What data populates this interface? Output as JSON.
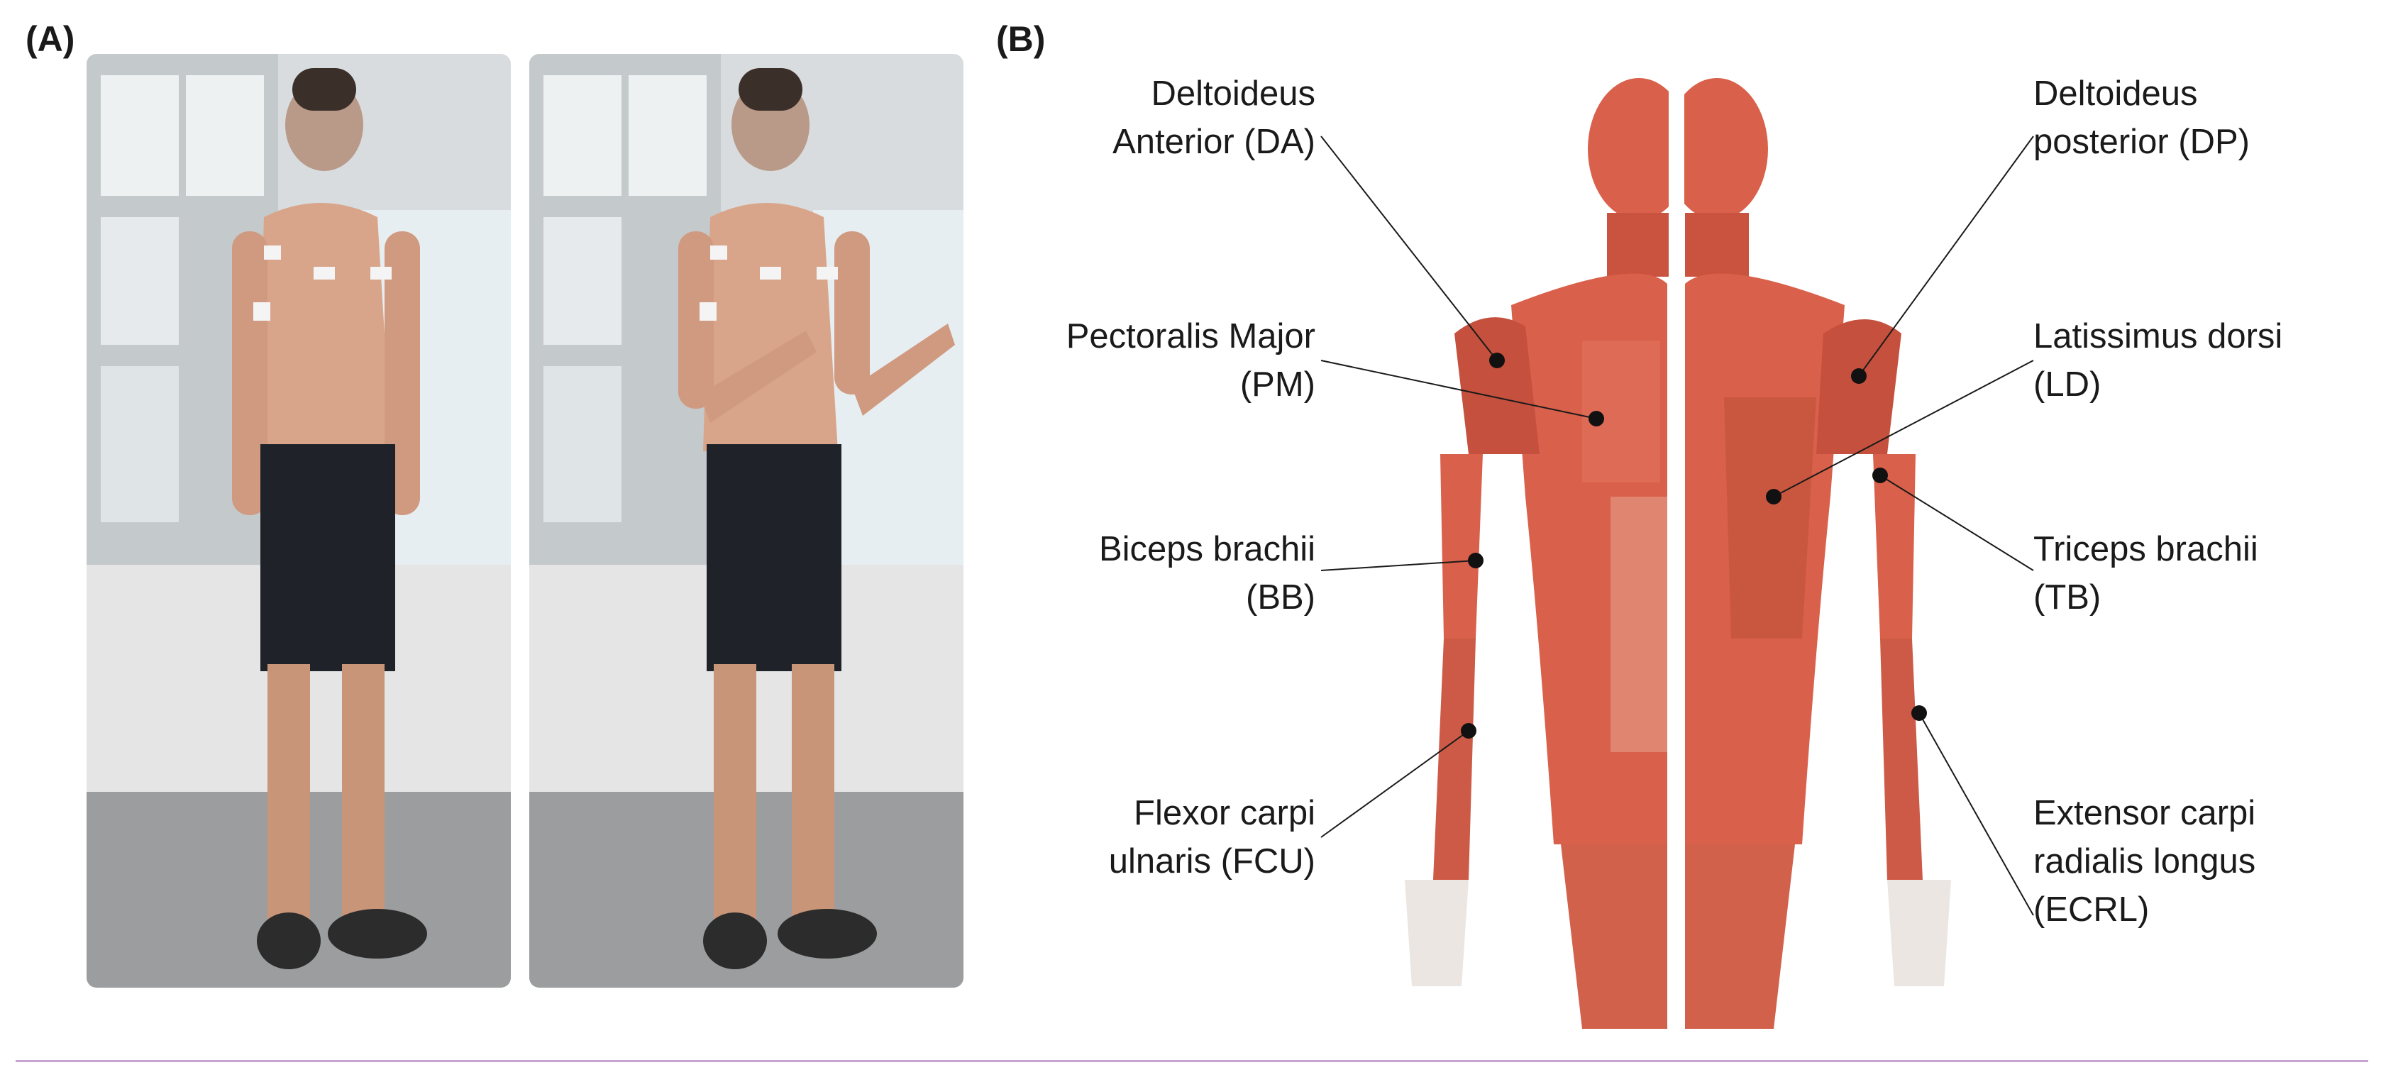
{
  "panels": {
    "a_label": "(A)",
    "b_label": "(B)"
  },
  "muscles_left": [
    {
      "lines": [
        "Deltoideus",
        "Anterior (DA)"
      ]
    },
    {
      "lines": [
        "Pectoralis Major",
        "(PM)"
      ]
    },
    {
      "lines": [
        "Biceps brachii",
        "(BB)"
      ]
    },
    {
      "lines": [
        "Flexor carpi",
        "ulnaris (FCU)"
      ]
    }
  ],
  "muscles_right": [
    {
      "lines": [
        "Deltoideus",
        "posterior (DP)"
      ]
    },
    {
      "lines": [
        "Latissimus dorsi",
        "(LD)"
      ]
    },
    {
      "lines": [
        "Triceps brachii",
        "(TB)"
      ]
    },
    {
      "lines": [
        "Extensor carpi",
        "radialis longus",
        "(ECRL)"
      ]
    }
  ],
  "colors": {
    "muscle": "#d9604a",
    "muscle_dark": "#b84434",
    "tendon": "#e9e3df",
    "skin": "#d9a58a",
    "shorts": "#1f2329",
    "rule": "#c9a3cf"
  }
}
